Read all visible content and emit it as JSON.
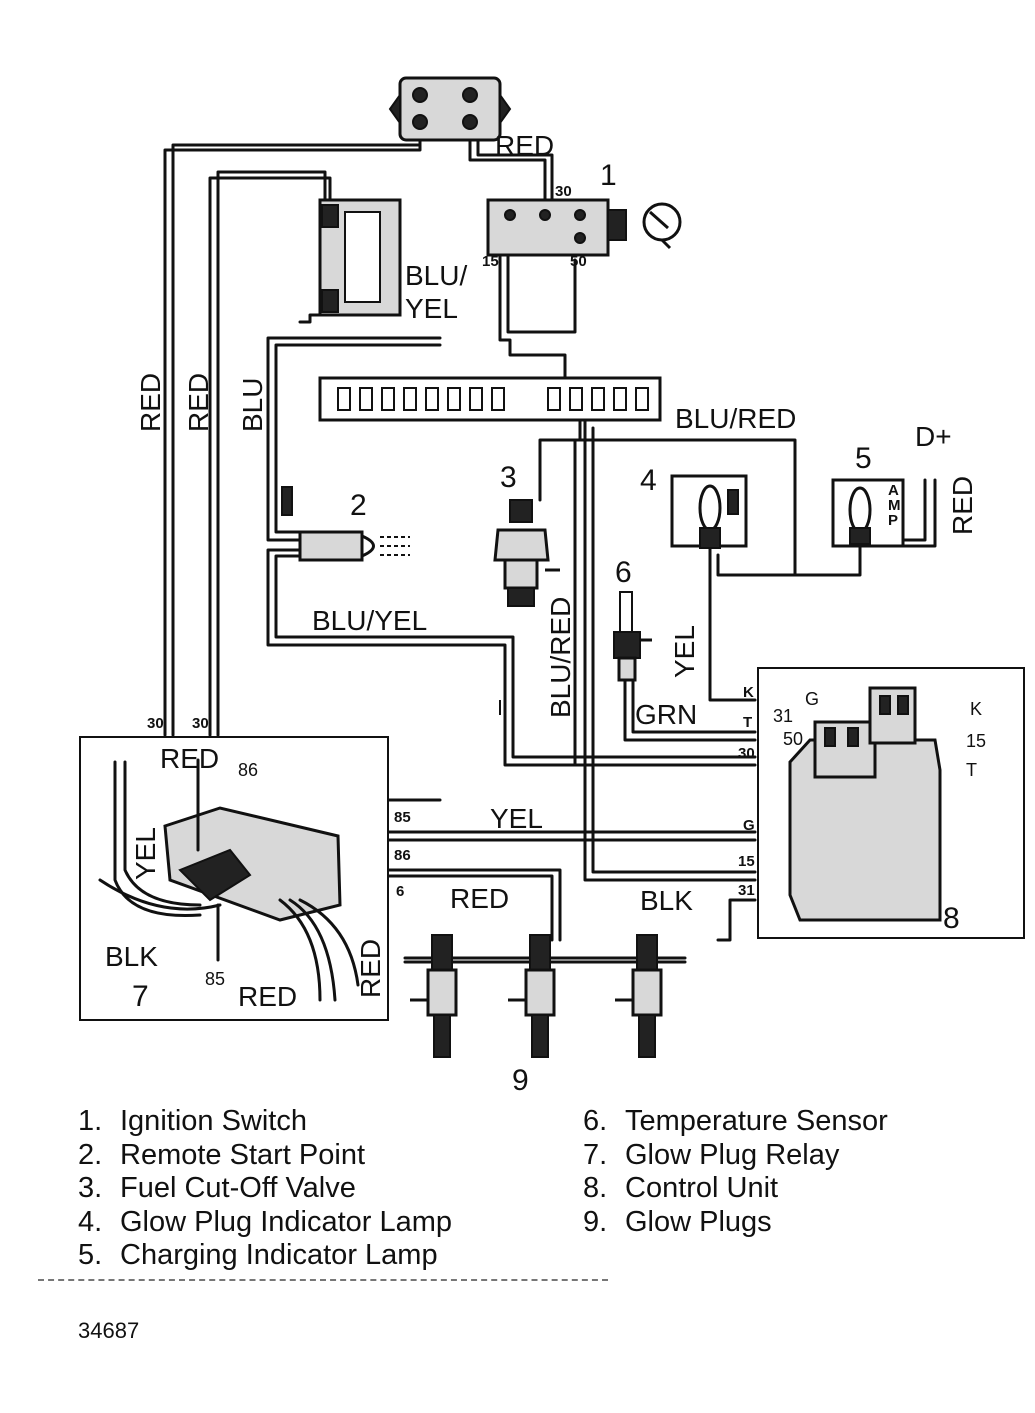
{
  "wire_labels": {
    "red_top": "RED",
    "blu_yel_top": "BLU/\nYEL",
    "blu_yel_top_1": "BLU/",
    "blu_yel_top_2": "YEL",
    "red_left_1": "RED",
    "red_left_2": "RED",
    "blu_left": "BLU",
    "blu_red_right": "BLU/RED",
    "blu_yel_mid": "BLU/YEL",
    "blu_red_vertical": "BLU/RED",
    "yel_vertical": "YEL",
    "grn": "GRN",
    "red_right": "RED",
    "d_plus": "D+",
    "red_relay": "RED",
    "yel_relay": "YEL",
    "blk_relay": "BLK",
    "red_relay_bottom": "RED",
    "red_relay_right": "RED",
    "yel_bus": "YEL",
    "red_glow": "RED",
    "blk_unit": "BLK"
  },
  "component_numbers": {
    "c1": "1",
    "c2": "2",
    "c3": "3",
    "c4": "4",
    "c5": "5",
    "c6": "6",
    "c7": "7",
    "c8": "8",
    "c9": "9"
  },
  "pin_labels": {
    "sw_30": "30",
    "sw_15": "15",
    "sw_50": "50",
    "relay_30a": "30",
    "relay_30b": "30",
    "relay_86": "86",
    "relay_85": "85",
    "bus_85": "85",
    "bus_86": "86",
    "bus_6": "6",
    "unit_K": "K",
    "unit_T": "T",
    "unit_30": "30",
    "unit_G": "G",
    "unit_15": "15",
    "unit_31": "31",
    "cu_G": "G",
    "cu_K": "K",
    "cu_31": "31",
    "cu_50": "50",
    "cu_15": "15",
    "cu_T": "T"
  },
  "legend": {
    "left": [
      {
        "n": "1.",
        "text": "Ignition Switch"
      },
      {
        "n": "2.",
        "text": "Remote Start Point"
      },
      {
        "n": "3.",
        "text": "Fuel Cut-Off Valve"
      },
      {
        "n": "4.",
        "text": "Glow Plug Indicator Lamp"
      },
      {
        "n": "5.",
        "text": "Charging Indicator Lamp"
      }
    ],
    "right": [
      {
        "n": "6.",
        "text": "Temperature Sensor"
      },
      {
        "n": "7.",
        "text": "Glow Plug Relay"
      },
      {
        "n": "8.",
        "text": "Control Unit"
      },
      {
        "n": "9.",
        "text": "Glow Plugs"
      }
    ]
  },
  "figure_id": "34687"
}
